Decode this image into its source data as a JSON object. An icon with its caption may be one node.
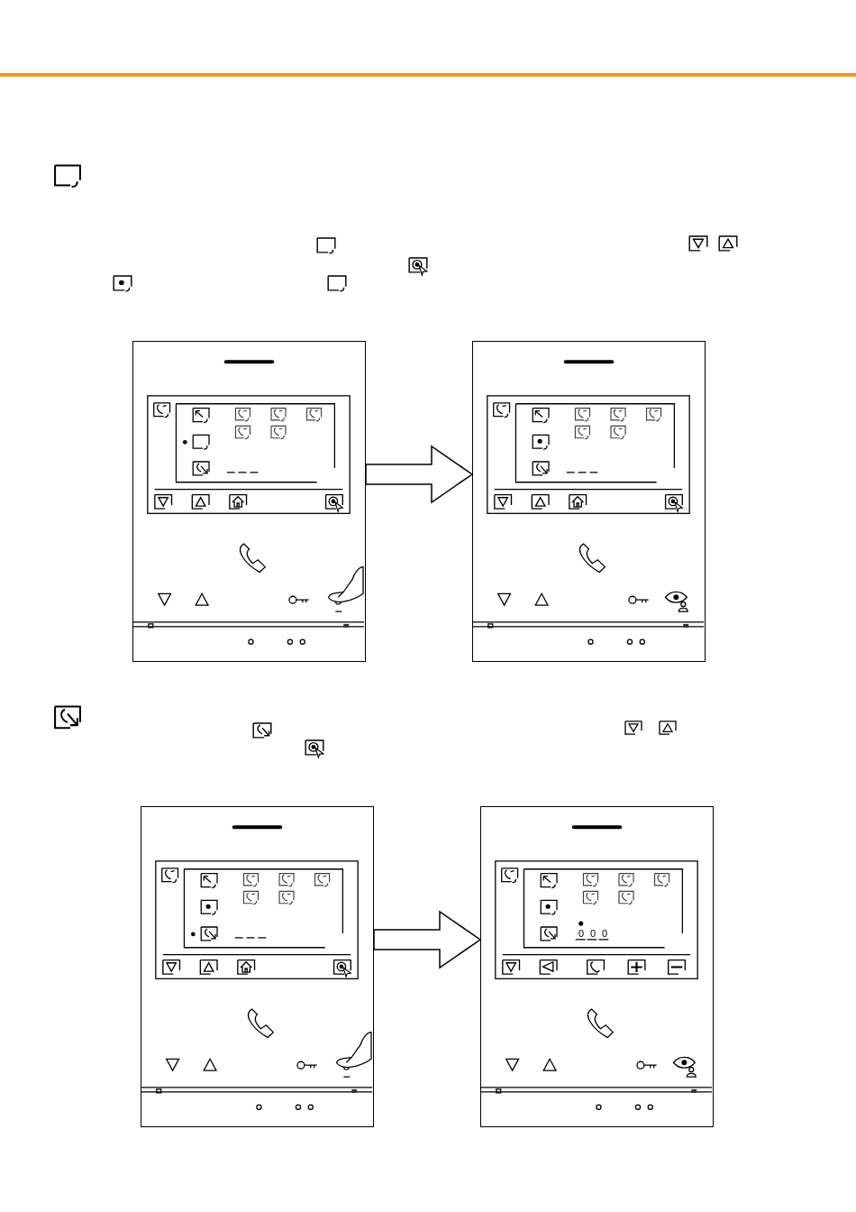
{
  "diagram": {
    "nodes": [
      {
        "text": [],
        "shape": "box"
      },
      {
        "text": [],
        "shape": "box"
      },
      {
        "text": [],
        "shape": "box"
      },
      {
        "text": [],
        "shape": "box"
      }
    ],
    "edges": [
      {
        "from": 0,
        "to": 1,
        "arrow": "to"
      },
      {
        "from": 2,
        "to": 3,
        "arrow": "to"
      }
    ],
    "labels": [
      "0",
      "0",
      "0"
    ]
  }
}
